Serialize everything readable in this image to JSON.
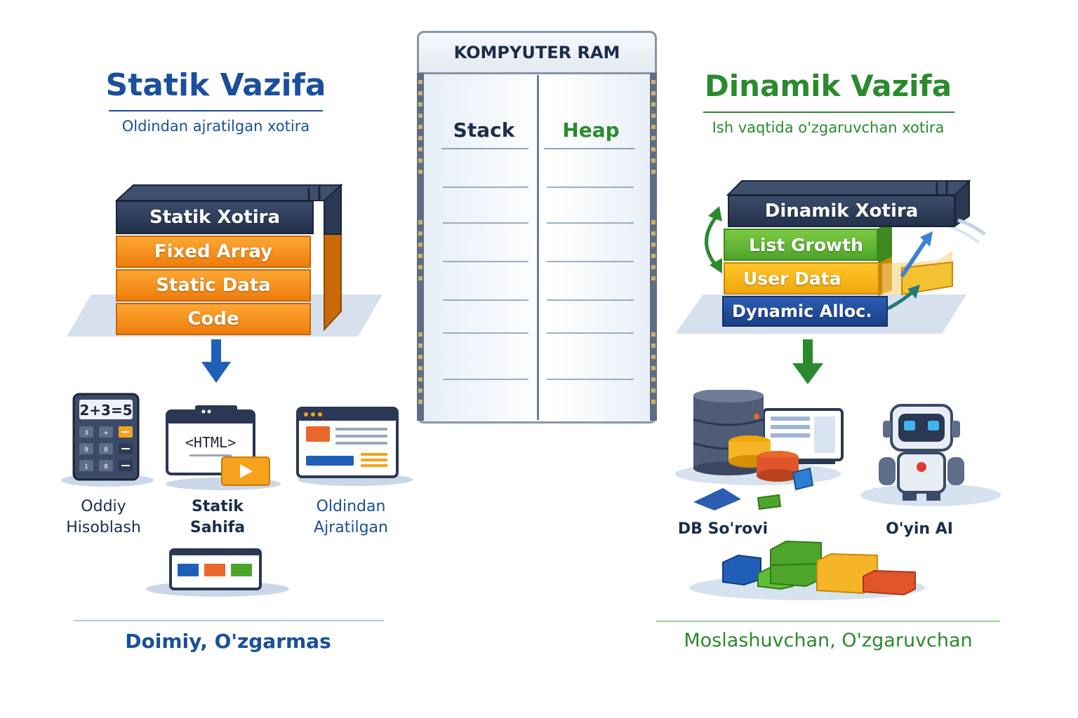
{
  "left": {
    "title": "Statik Vazifa",
    "subtitle": "Oldindan ajratilgan xotira",
    "stack": [
      "Statik Xotira",
      "Fixed Array",
      "Static Data",
      "Code"
    ],
    "calc_display": "2+3=5",
    "calc_keys": [
      "3",
      "+",
      "",
      "9",
      "8",
      "",
      "1",
      "8",
      ""
    ],
    "html_tag": "<HTML>",
    "examples": [
      {
        "line1": "Oddiy",
        "line2": "Hisoblash"
      },
      {
        "line1": "Statik",
        "line2": "Sahifa"
      },
      {
        "line1": "Oldindan",
        "line2": "Ajratilgan"
      }
    ],
    "footer": "Doimiy, O'zgarmas"
  },
  "ram": {
    "title": "KOMPYUTER RAM",
    "col_left": "Stack",
    "col_right": "Heap"
  },
  "right": {
    "title": "Dinamik Vazifa",
    "subtitle": "Ish vaqtida o'zgaruvchan xotira",
    "stack": [
      "Dinamik Xotira",
      "List Growth",
      "User Data",
      "Dynamic Alloc."
    ],
    "examples": [
      "DB So'rovi",
      "O'yin AI"
    ],
    "footer": "Moslashuvchan, O'zgaruvchan"
  },
  "colors": {
    "blue": "#1a4f9c",
    "green": "#2b8a2e",
    "orange": "#f08a14",
    "navy": "#23314b"
  }
}
